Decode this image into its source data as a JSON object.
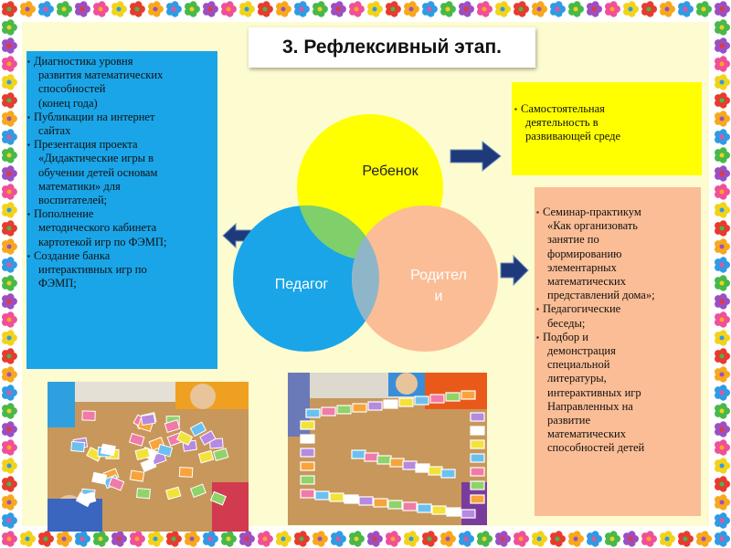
{
  "title": "3. Рефлексивный этап.",
  "colors": {
    "page_background": "#fdfbd0",
    "blue_box": "#1aa5e8",
    "yellow_box": "#ffff00",
    "peach_box": "#fbbd95",
    "circle_child": "#ffff00",
    "circle_teacher": "#1aa5e8",
    "circle_parents": "#fbbd95",
    "arrow": "#1f3a7a"
  },
  "circles": {
    "child": "Ребенок",
    "teacher": "Педагог",
    "parents_line1": "Родител",
    "parents_line2": "и"
  },
  "teacher_box": {
    "items": [
      {
        "lines": [
          "Диагностика уровня",
          "развития математических",
          "способностей",
          "(конец года)"
        ]
      },
      {
        "lines": [
          "Публикации на интернет",
          "сайтах"
        ]
      },
      {
        "lines": [
          "Презентация проекта",
          "«Дидактические игры в",
          "обучении детей основам",
          "математики» для",
          "воспитателей;"
        ]
      },
      {
        "lines": [
          "Пополнение",
          "методического кабинета",
          "картотекой игр по ФЭМП;"
        ]
      },
      {
        "lines": [
          "Создание банка",
          "интерактивных игр по",
          "ФЭМП;"
        ]
      }
    ]
  },
  "child_box": {
    "items": [
      {
        "lines": [
          "Самостоятельная",
          "деятельность в",
          "развивающей среде"
        ]
      }
    ]
  },
  "parents_box": {
    "items": [
      {
        "lines": [
          "Семинар-практикум",
          "«Как организовать",
          "занятие по",
          "формированию",
          "элементарных",
          "математических",
          "представлений дома»;"
        ]
      },
      {
        "lines": [
          "Педагогические",
          "беседы;"
        ]
      },
      {
        "lines": [
          " Подбор и",
          "демонстрация",
          "специальной",
          "литературы,",
          "интерактивных игр",
          "Направленных на",
          "развитие",
          "математических",
          "способностей детей"
        ]
      }
    ]
  },
  "photos": {
    "left": "children-playing-card-game-photo",
    "right": "children-playing-domino-game-photo"
  }
}
